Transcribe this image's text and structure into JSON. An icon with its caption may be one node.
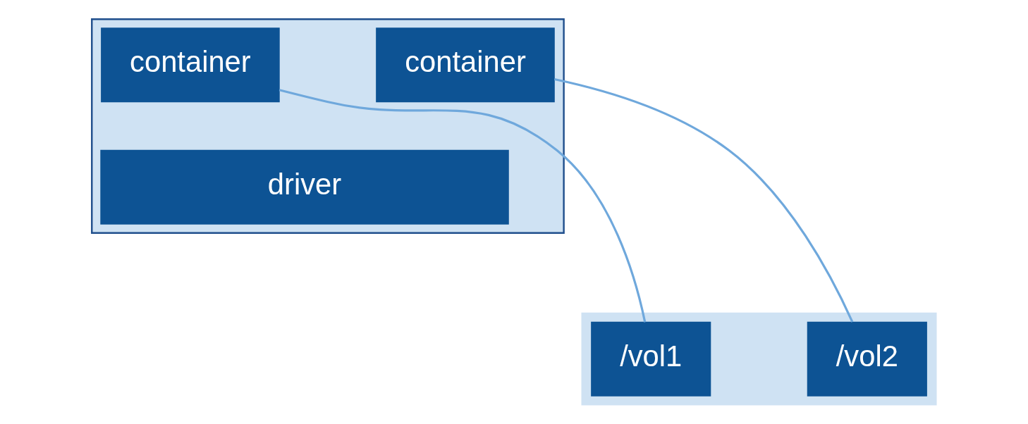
{
  "diagram": {
    "nodes": [
      {
        "text": [],
        "shape": "box"
      },
      {
        "text": [
          "container"
        ],
        "in": 0
      },
      {
        "text": [
          "container"
        ],
        "in": 0
      },
      {
        "text": [
          "driver"
        ],
        "in": 0
      },
      {
        "text": [],
        "shape": "bar"
      },
      {
        "text": [
          "/vol1"
        ],
        "in": 4
      },
      {
        "text": [
          "/vol2"
        ],
        "in": 4
      }
    ],
    "edges": [
      {
        "from": 1,
        "to": 5,
        "arrow": "none",
        "color": "#6fa8dc"
      },
      {
        "from": 2,
        "to": 6,
        "arrow": "none",
        "color": "#6fa8dc"
      }
    ]
  }
}
